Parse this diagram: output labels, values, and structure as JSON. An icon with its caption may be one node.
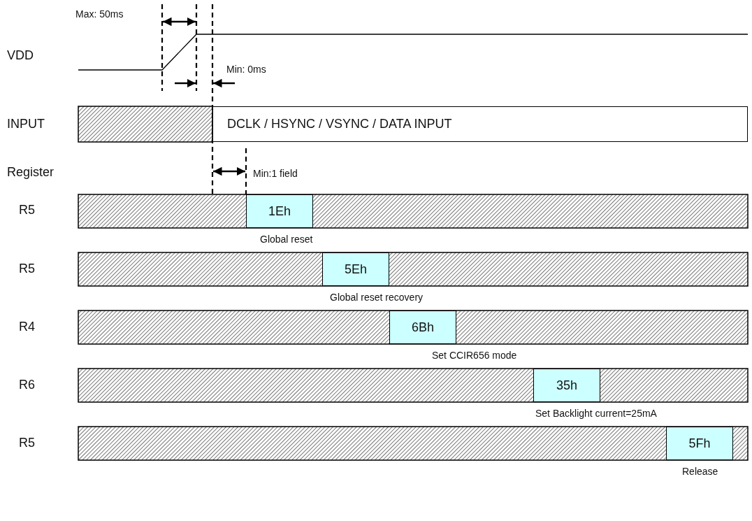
{
  "diagram": {
    "nodes": [
      {
        "text": [
          "DCLK / HSYNC / VSYNC / DATA INPUT"
        ]
      },
      {
        "text": [
          "1Eh"
        ],
        "beside": [
          "Global reset"
        ]
      },
      {
        "text": [
          "5Eh"
        ],
        "beside": [
          "Global reset recovery"
        ]
      },
      {
        "text": [
          "6Bh"
        ],
        "beside": [
          "Set CCIR656 mode"
        ]
      },
      {
        "text": [
          "35h"
        ],
        "beside": [
          "Set Backlight current=25mA"
        ]
      },
      {
        "text": [
          "5Fh"
        ],
        "beside": [
          "Release"
        ]
      }
    ],
    "edges": [],
    "labels": [
      "Max: 50ms",
      "VDD",
      "Min: 0ms",
      "INPUT",
      "Register",
      "Min:1 field",
      "R5",
      "R5",
      "R4",
      "R6",
      "R5"
    ]
  }
}
